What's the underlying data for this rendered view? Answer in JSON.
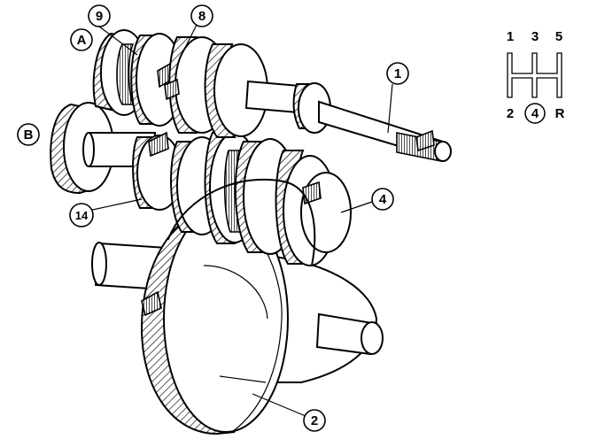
{
  "diagram": {
    "callouts": {
      "part_1": "1",
      "part_2": "2",
      "part_4": "4",
      "part_8": "8",
      "part_9": "9",
      "part_14": "14",
      "part_A": "A",
      "part_B": "B"
    },
    "shift_pattern": {
      "top_row": [
        "1",
        "3",
        "5"
      ],
      "bottom_left": "2",
      "bottom_middle": "4",
      "bottom_right": "R"
    }
  }
}
